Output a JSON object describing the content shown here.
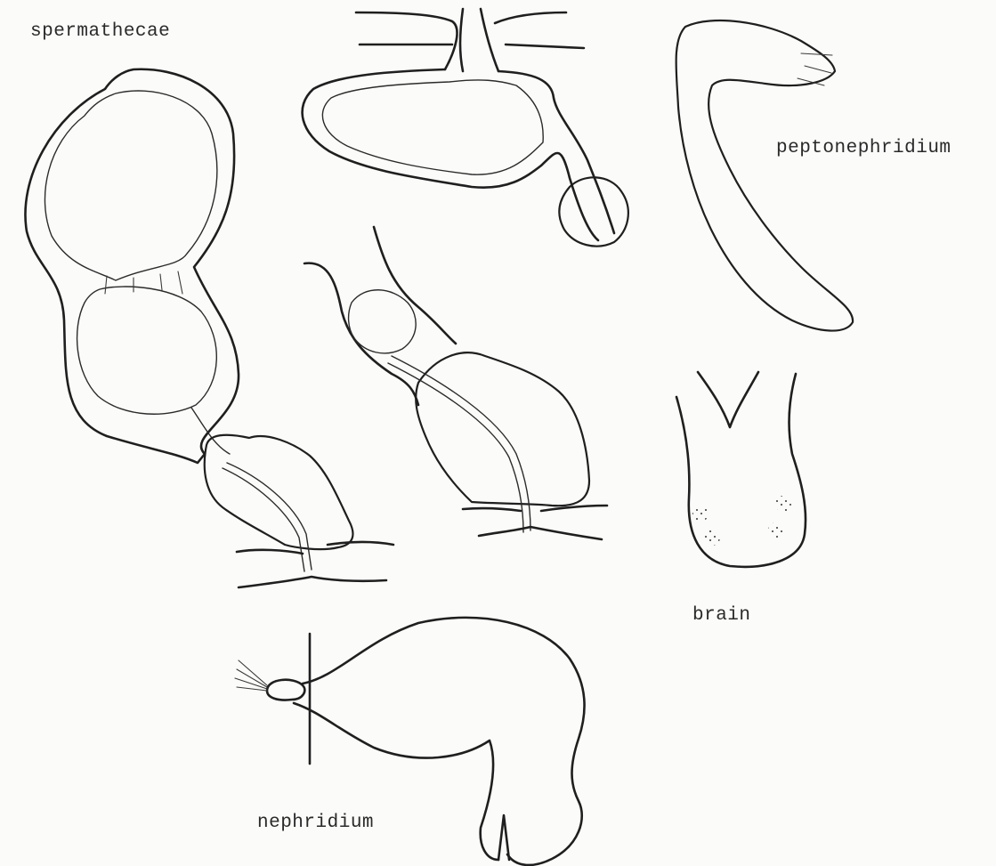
{
  "labels": {
    "spermathecae": "spermathecae",
    "peptonephridium": "peptonephridium",
    "brain": "brain",
    "nephridium": "nephridium"
  },
  "colors": {
    "ink": "#1f1f1f",
    "paper": "#fbfbf9"
  }
}
